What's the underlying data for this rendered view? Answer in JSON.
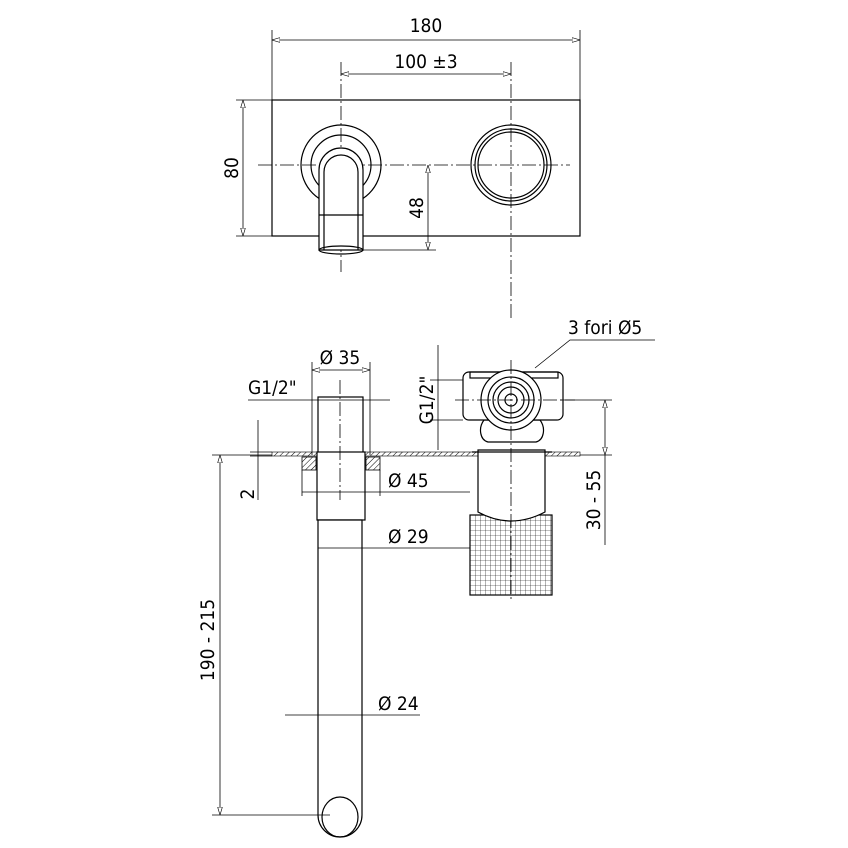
{
  "top_view": {
    "width_dim": "180",
    "spacing_dim": "100 ±3",
    "height_dim": "80",
    "spout_offset_dim": "48"
  },
  "side_view": {
    "holes_note": "3 fori Ø5",
    "neck_diameter": "Ø 35",
    "spout_thread": "G1/2\"",
    "valve_thread": "G1/2\"",
    "flange_diameter": "Ø 45",
    "wall_thickness": "2",
    "pipe_diameter": "Ø 29",
    "depth_range": "30 - 55",
    "spout_length_range": "190 - 215",
    "spout_tip_diameter": "Ø 24"
  }
}
